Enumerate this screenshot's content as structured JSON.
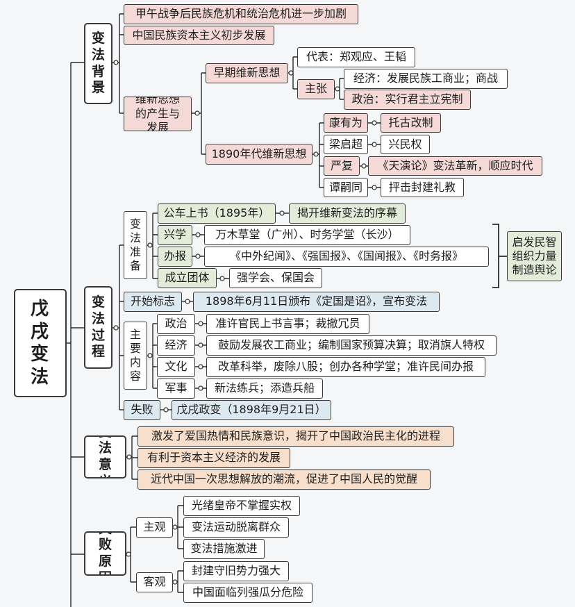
{
  "root": "戊戌变法",
  "sections": {
    "background": {
      "title": "变法背景",
      "items": [
        "甲午战争后民族危机和统治危机进一步加剧",
        "中国民族资本主义初步发展"
      ],
      "thought": {
        "label": "维新思想的产生与发展",
        "early": {
          "label": "早期维新思想",
          "rep": "代表：郑观应、王韬",
          "claim": {
            "label": "主张",
            "economy": "经济：发展民族工商业；商战",
            "politics": "政治：实行君主立宪制"
          }
        },
        "late": {
          "label": "1890年代维新思想",
          "people": [
            {
              "name": "康有为",
              "idea": "托古改制"
            },
            {
              "name": "梁启超",
              "idea": "兴民权"
            },
            {
              "name": "严复",
              "idea": "《天演论》变法革新，顺应时代"
            },
            {
              "name": "谭嗣同",
              "idea": "抨击封建礼教"
            }
          ]
        }
      }
    },
    "process": {
      "title": "变法过程",
      "prep": {
        "label": "变法准备",
        "items": [
          {
            "k": "公车上书（1895年）",
            "v": "揭开维新变法的序幕"
          },
          {
            "k": "兴学",
            "v": "万木草堂（广州）、时务学堂（长沙）"
          },
          {
            "k": "办报",
            "v": "《中外纪闻》、《强国报》、《国闻报》、《时务报》"
          },
          {
            "k": "成立团体",
            "v": "强学会、保国会"
          }
        ],
        "note": "启发民智组织力量制造舆论"
      },
      "start": {
        "label": "开始标志",
        "v": "1898年6月11日颁布《定国是诏》，宣布变法"
      },
      "content": {
        "label": "主要内容",
        "items": [
          {
            "k": "政治",
            "v": "准许官民上书言事；裁撤冗员"
          },
          {
            "k": "经济",
            "v": "鼓励发展农工商业；编制国家预算决算；取消旗人特权"
          },
          {
            "k": "文化",
            "v": "改革科举，废除八股；创办各种学堂；准许民间办报"
          },
          {
            "k": "军事",
            "v": "新法练兵；添造兵船"
          }
        ]
      },
      "fail": {
        "label": "失败",
        "v": "戊戌政变（1898年9月21日）"
      }
    },
    "significance": {
      "title": "变法意义",
      "items": [
        "激发了爱国热情和民族意识，揭开了中国政治民主化的进程",
        "有利于资本主义经济的发展",
        "近代中国一次思想解放的潮流，促进了中国人民的觉醒"
      ]
    },
    "reasons": {
      "title": "失败原因",
      "subjective": {
        "label": "主观",
        "items": [
          "光绪皇帝不掌握实权",
          "变法运动脱离群众",
          "变法措施激进"
        ]
      },
      "objective": {
        "label": "客观",
        "items": [
          "封建守旧势力强大",
          "中国面临列强瓜分危险"
        ]
      }
    }
  }
}
